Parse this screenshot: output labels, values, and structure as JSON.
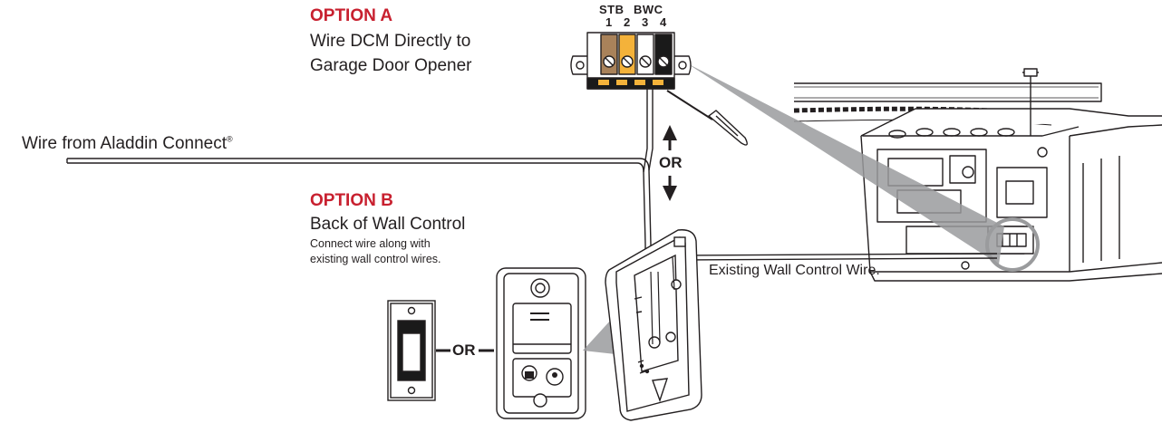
{
  "option_a": {
    "title": "OPTION A",
    "line1": "Wire DCM Directly to",
    "line2": "Garage Door Opener"
  },
  "option_b": {
    "title": "OPTION B",
    "subtitle": "Back of Wall Control",
    "note_line1": "Connect wire along with",
    "note_line2": "existing wall control wires."
  },
  "source_wire_label": "Wire from Aladdin Connect",
  "registered_mark": "®",
  "existing_wire_label": "Existing Wall Control Wire.",
  "terminal_block": {
    "group_labels": [
      "STB",
      "BWC"
    ],
    "numbers": [
      "1",
      "2",
      "3",
      "4"
    ],
    "terminal_colors": [
      "#ffffff",
      "#a9825a",
      "#f4b23a",
      "#ffffff",
      "#1a1a1a"
    ]
  },
  "or_vertical": "OR",
  "or_horizontal": "OR",
  "colors": {
    "option_title": "#c8202f",
    "line_art": "#231f20",
    "callout_grey": "#9a9b9d"
  }
}
